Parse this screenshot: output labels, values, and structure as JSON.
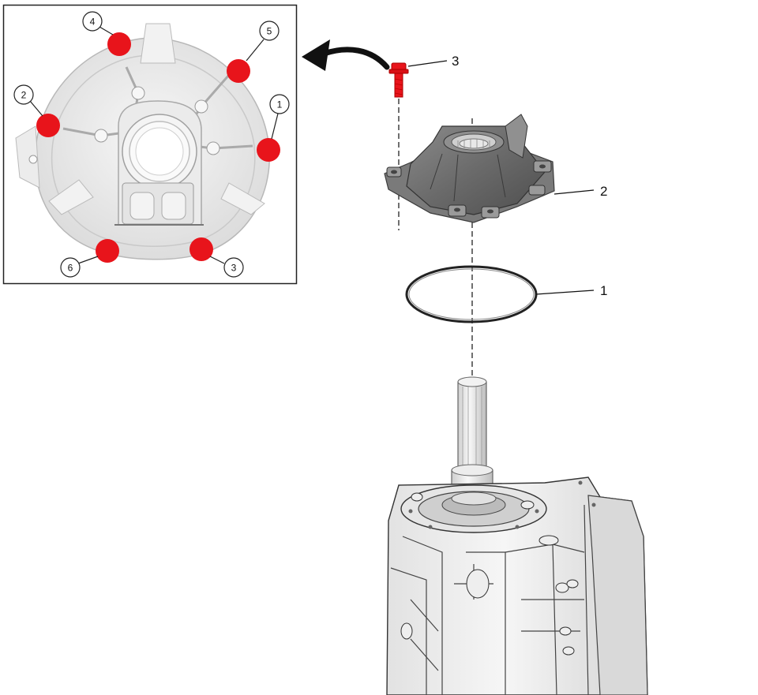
{
  "figure": {
    "callouts": [
      {
        "id": "part-1",
        "label": "1"
      },
      {
        "id": "part-2",
        "label": "2"
      },
      {
        "id": "part-3",
        "label": "3"
      }
    ],
    "inset": {
      "sequence": [
        {
          "id": "seq-1",
          "label": "1"
        },
        {
          "id": "seq-2",
          "label": "2"
        },
        {
          "id": "seq-3",
          "label": "3"
        },
        {
          "id": "seq-4",
          "label": "4"
        },
        {
          "id": "seq-5",
          "label": "5"
        },
        {
          "id": "seq-6",
          "label": "6"
        }
      ]
    }
  },
  "colors": {
    "bolt_marker": "#e8141b",
    "line": "#111111",
    "part_light": "#eeeeee",
    "part_mid": "#c8c8c8",
    "part_dark": "#6b6b6b"
  }
}
